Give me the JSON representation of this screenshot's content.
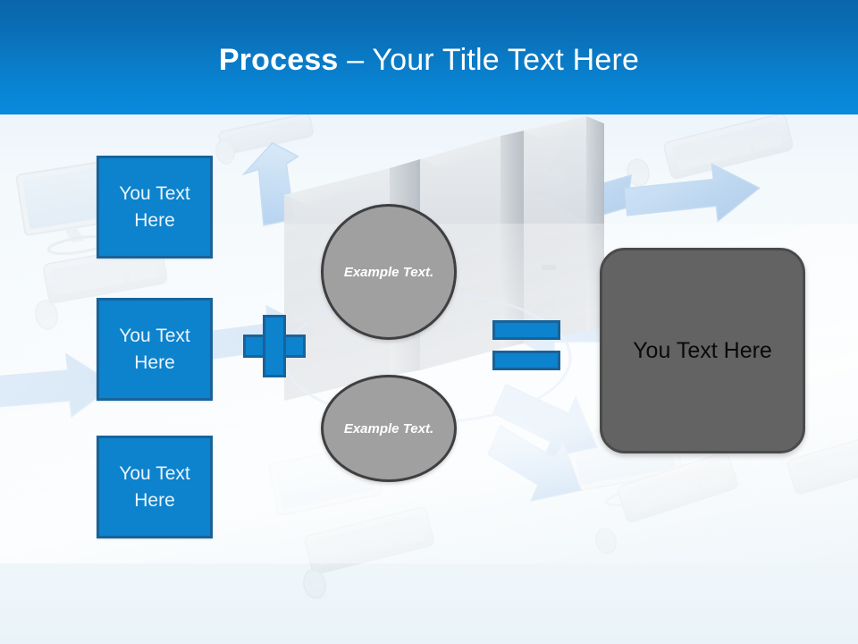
{
  "slide": {
    "title_bold": "Process",
    "title_rest": " – Your Title Text Here"
  },
  "inputs": [
    {
      "label": "You Text Here"
    },
    {
      "label": "You Text Here"
    },
    {
      "label": "You Text Here"
    }
  ],
  "circles": [
    {
      "label": "Example Text."
    },
    {
      "label": "Example Text."
    }
  ],
  "operators": {
    "plus": "+",
    "equals": "="
  },
  "result": {
    "label": "You Text Here"
  },
  "colors": {
    "header_top": "#0a66ac",
    "header_bottom": "#0a8ade",
    "box_fill": "#0d82cd",
    "box_border": "#17639b",
    "circle_fill": "#a0a0a0",
    "circle_border": "#3f3f41",
    "result_fill": "#636363",
    "arrow_fill": "#c5ddf3",
    "background": "#f4f9fc"
  },
  "background_art": {
    "items": [
      "server-tower-icon",
      "arrow-up-icon",
      "arrow-up-right-icon",
      "arrow-right-icon",
      "arrow-left-icon",
      "arrow-down-right-icon",
      "arrow-down-left-icon",
      "monitor-icon",
      "keyboard-icon",
      "mouse-icon"
    ]
  }
}
